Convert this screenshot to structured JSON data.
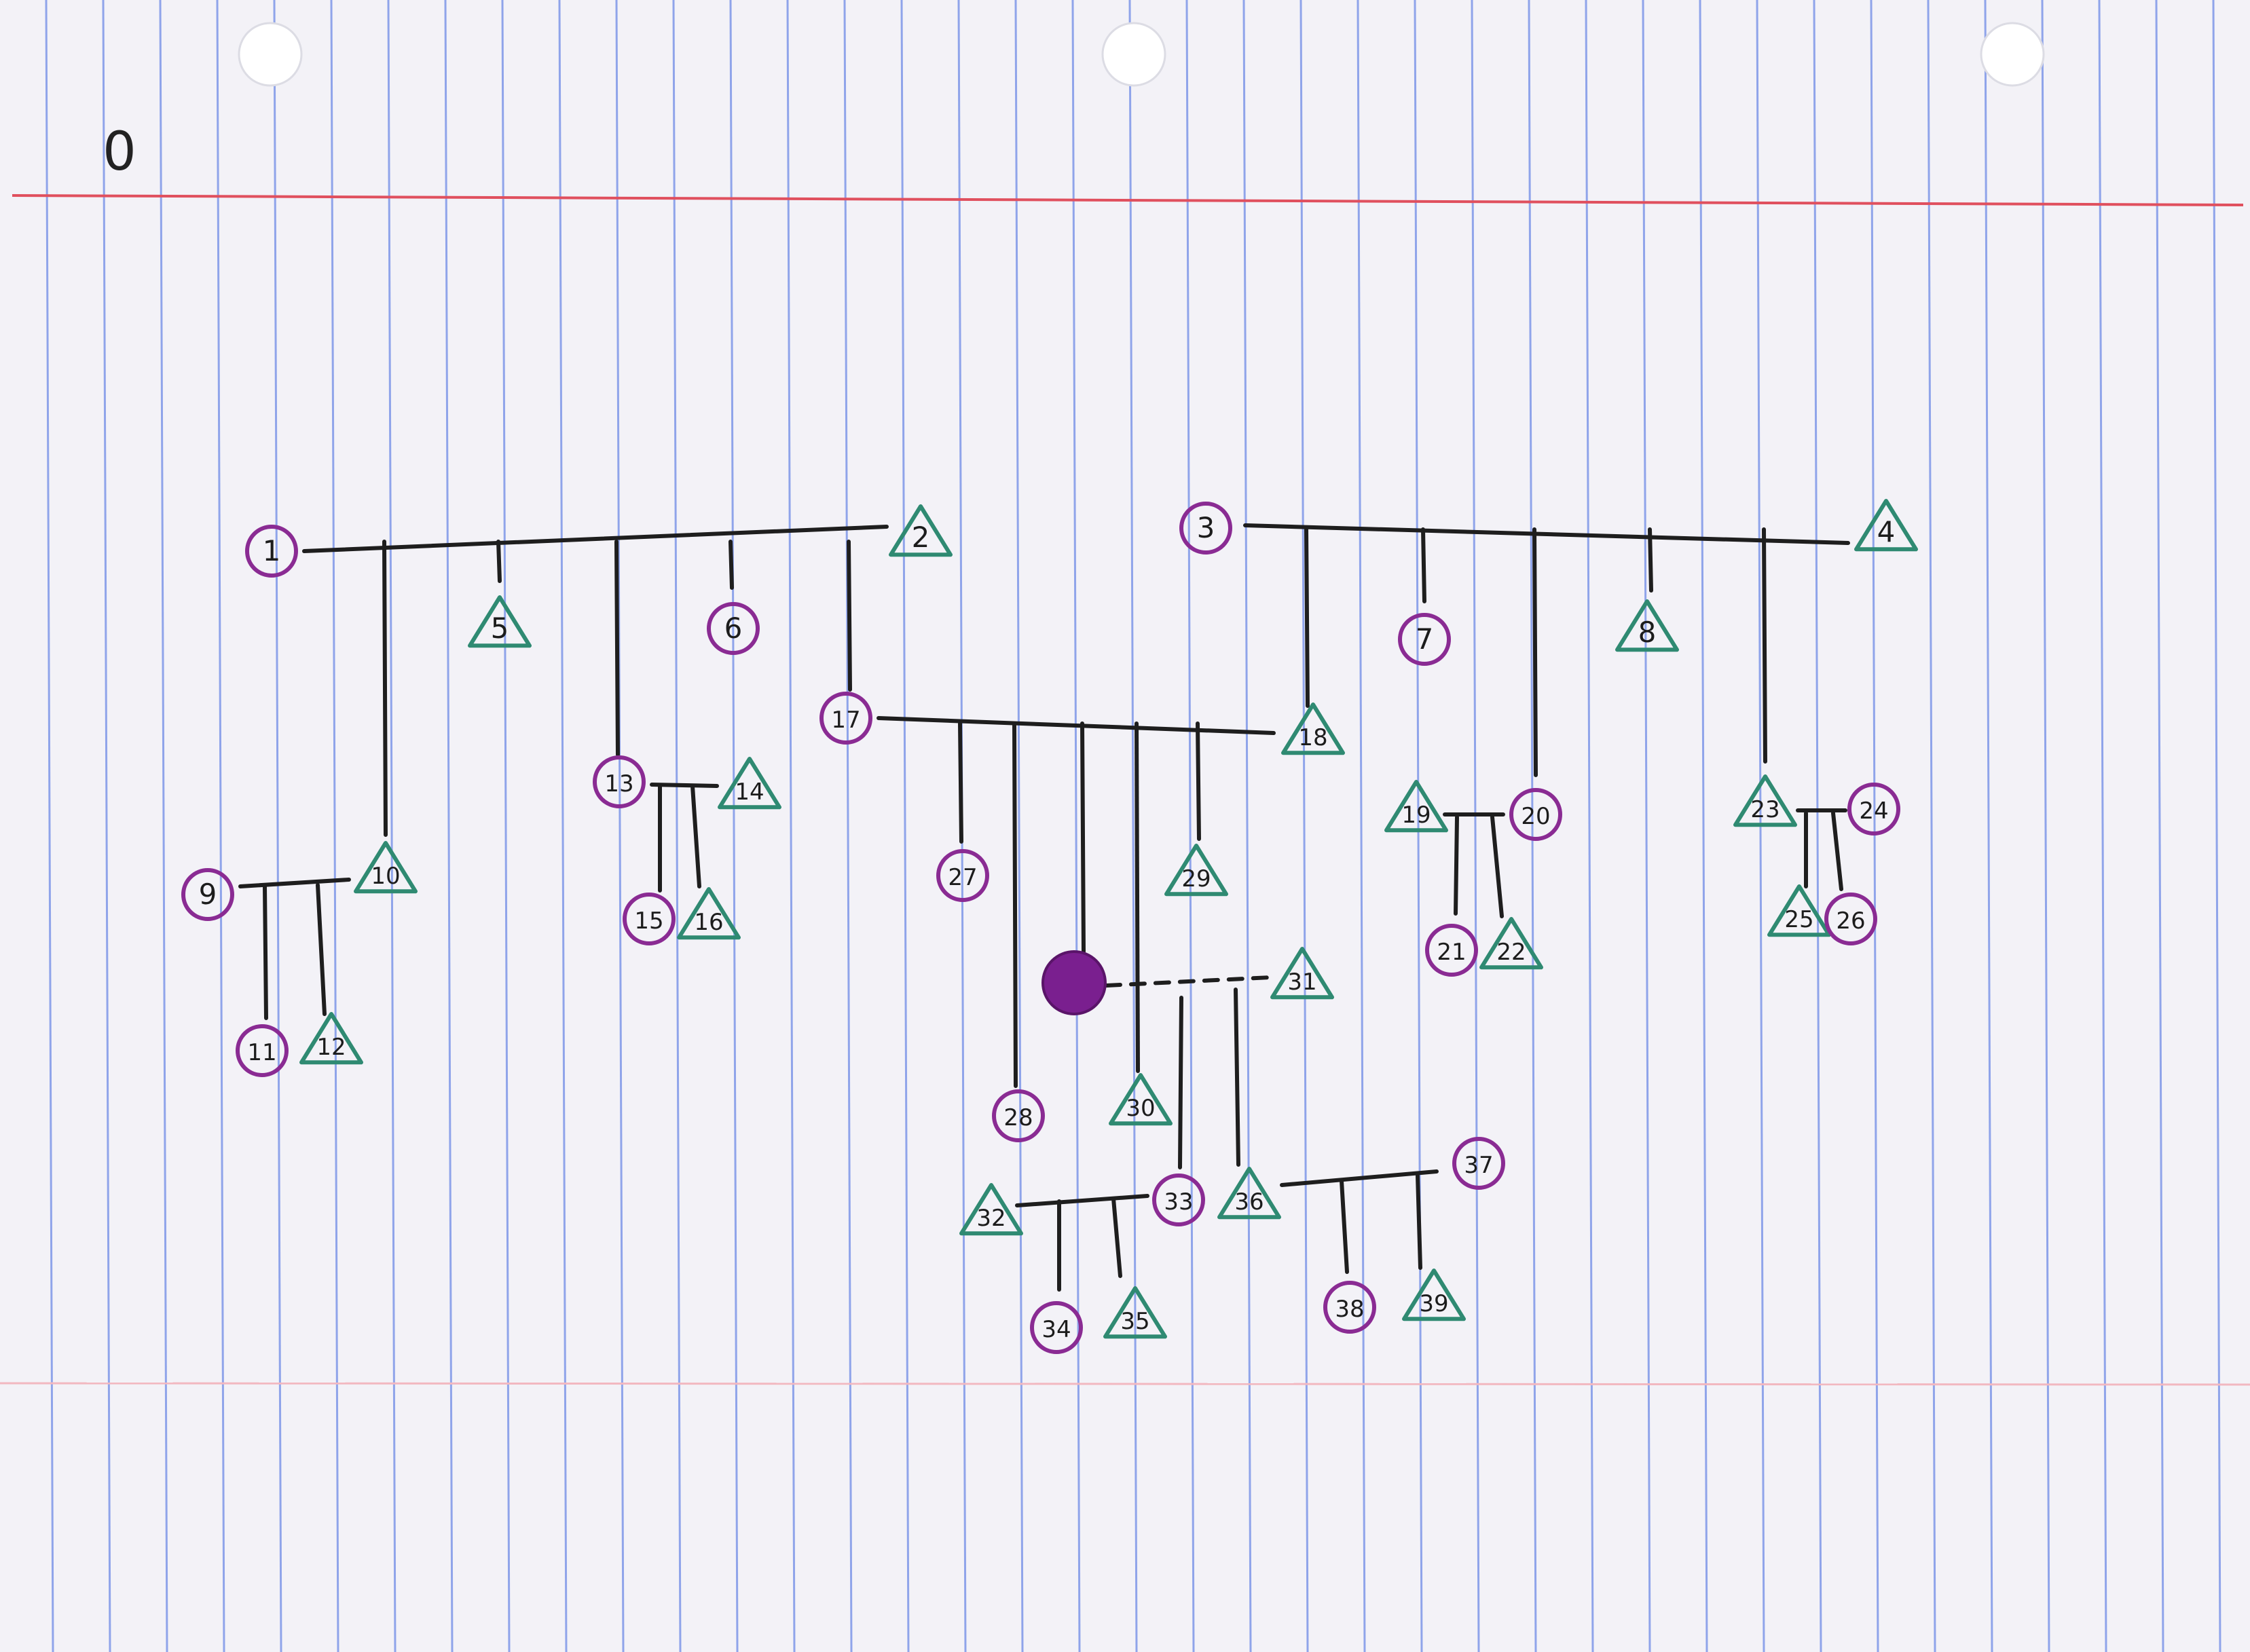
{
  "page": {
    "corner_mark": "0",
    "paper_color": "#f3f2f7",
    "rule_color": "#8fa4ea",
    "margin_line_color": "#e0505e",
    "faint_line_color": "#f2b8c0",
    "hole_color": "#ffffff"
  },
  "legend_colors": {
    "circle": "#8a2b93",
    "triangle": "#2f8a72",
    "line": "#1e1e1e",
    "marked_individual": "#7a1f8f"
  },
  "people": [
    {
      "id": "1",
      "label": "1",
      "shape": "circle"
    },
    {
      "id": "2",
      "label": "2",
      "shape": "triangle"
    },
    {
      "id": "3",
      "label": "3",
      "shape": "circle"
    },
    {
      "id": "4",
      "label": "4",
      "shape": "triangle"
    },
    {
      "id": "5",
      "label": "5",
      "shape": "triangle"
    },
    {
      "id": "6",
      "label": "6",
      "shape": "circle"
    },
    {
      "id": "7",
      "label": "7",
      "shape": "circle"
    },
    {
      "id": "8",
      "label": "8",
      "shape": "triangle"
    },
    {
      "id": "9",
      "label": "9",
      "shape": "circle"
    },
    {
      "id": "10",
      "label": "10",
      "shape": "triangle"
    },
    {
      "id": "11",
      "label": "11",
      "shape": "circle"
    },
    {
      "id": "12",
      "label": "12",
      "shape": "triangle"
    },
    {
      "id": "13",
      "label": "13",
      "shape": "circle"
    },
    {
      "id": "14",
      "label": "14",
      "shape": "triangle"
    },
    {
      "id": "15",
      "label": "15",
      "shape": "circle"
    },
    {
      "id": "16",
      "label": "16",
      "shape": "triangle"
    },
    {
      "id": "17",
      "label": "17",
      "shape": "circle"
    },
    {
      "id": "18",
      "label": "18",
      "shape": "triangle"
    },
    {
      "id": "19",
      "label": "19",
      "shape": "triangle"
    },
    {
      "id": "20",
      "label": "20",
      "shape": "circle"
    },
    {
      "id": "21",
      "label": "21",
      "shape": "circle"
    },
    {
      "id": "22",
      "label": "22",
      "shape": "triangle"
    },
    {
      "id": "23",
      "label": "23",
      "shape": "triangle"
    },
    {
      "id": "24",
      "label": "24",
      "shape": "circle"
    },
    {
      "id": "25",
      "label": "25",
      "shape": "triangle"
    },
    {
      "id": "26",
      "label": "26",
      "shape": "circle"
    },
    {
      "id": "27",
      "label": "27",
      "shape": "circle"
    },
    {
      "id": "28",
      "label": "28",
      "shape": "circle"
    },
    {
      "id": "29",
      "label": "29",
      "shape": "triangle"
    },
    {
      "id": "30",
      "label": "30",
      "shape": "triangle"
    },
    {
      "id": "31",
      "label": "31",
      "shape": "triangle"
    },
    {
      "id": "32",
      "label": "32",
      "shape": "triangle"
    },
    {
      "id": "33",
      "label": "33",
      "shape": "circle"
    },
    {
      "id": "34",
      "label": "34",
      "shape": "circle"
    },
    {
      "id": "35",
      "label": "35",
      "shape": "triangle"
    },
    {
      "id": "36",
      "label": "36",
      "shape": "triangle"
    },
    {
      "id": "37",
      "label": "37",
      "shape": "circle"
    },
    {
      "id": "38",
      "label": "38",
      "shape": "circle"
    },
    {
      "id": "39",
      "label": "39",
      "shape": "triangle"
    },
    {
      "id": "marked",
      "label": "",
      "shape": "filled-circle"
    }
  ],
  "unions": [
    {
      "id": "u1",
      "partners": [
        "1",
        "2"
      ],
      "children": [
        "10",
        "5",
        "13",
        "6",
        "17"
      ]
    },
    {
      "id": "u3",
      "partners": [
        "3",
        "4"
      ],
      "children": [
        "18",
        "7",
        "20",
        "8",
        "23"
      ]
    },
    {
      "id": "u9",
      "partners": [
        "9",
        "10"
      ],
      "children": [
        "11",
        "12"
      ]
    },
    {
      "id": "u13",
      "partners": [
        "13",
        "14"
      ],
      "children": [
        "15",
        "16"
      ]
    },
    {
      "id": "u17",
      "partners": [
        "17",
        "18"
      ],
      "children": [
        "27",
        "28",
        "marked",
        "30",
        "29"
      ]
    },
    {
      "id": "u19",
      "partners": [
        "19",
        "20"
      ],
      "children": [
        "21",
        "22"
      ]
    },
    {
      "id": "u23",
      "partners": [
        "23",
        "24"
      ],
      "children": [
        "25",
        "26"
      ]
    },
    {
      "id": "u31",
      "partners": [
        "marked",
        "31"
      ],
      "children": [
        "33",
        "36"
      ],
      "dashed": true
    },
    {
      "id": "u32",
      "partners": [
        "32",
        "33"
      ],
      "children": [
        "34",
        "35"
      ]
    },
    {
      "id": "u36",
      "partners": [
        "36",
        "37"
      ],
      "children": [
        "38",
        "39"
      ]
    }
  ]
}
